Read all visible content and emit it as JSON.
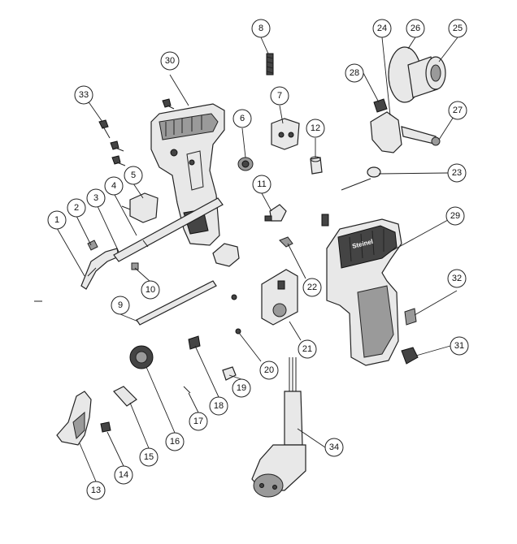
{
  "callouts": [
    {
      "id": "c1",
      "label": "1"
    },
    {
      "id": "c2",
      "label": "2"
    },
    {
      "id": "c3",
      "label": "3"
    },
    {
      "id": "c4",
      "label": "4"
    },
    {
      "id": "c5",
      "label": "5"
    },
    {
      "id": "c6",
      "label": "6"
    },
    {
      "id": "c7",
      "label": "7"
    },
    {
      "id": "c8",
      "label": "8"
    },
    {
      "id": "c9",
      "label": "9"
    },
    {
      "id": "c10",
      "label": "10"
    },
    {
      "id": "c11",
      "label": "11"
    },
    {
      "id": "c12",
      "label": "12"
    },
    {
      "id": "c13",
      "label": "13"
    },
    {
      "id": "c14",
      "label": "14"
    },
    {
      "id": "c15",
      "label": "15"
    },
    {
      "id": "c16",
      "label": "16"
    },
    {
      "id": "c17",
      "label": "17"
    },
    {
      "id": "c18",
      "label": "18"
    },
    {
      "id": "c19",
      "label": "19"
    },
    {
      "id": "c20",
      "label": "20"
    },
    {
      "id": "c21",
      "label": "21"
    },
    {
      "id": "c22",
      "label": "22"
    },
    {
      "id": "c23",
      "label": "23"
    },
    {
      "id": "c24",
      "label": "24"
    },
    {
      "id": "c25",
      "label": "25"
    },
    {
      "id": "c26",
      "label": "26"
    },
    {
      "id": "c27",
      "label": "27"
    },
    {
      "id": "c28",
      "label": "28"
    },
    {
      "id": "c29",
      "label": "29"
    },
    {
      "id": "c30",
      "label": "30"
    },
    {
      "id": "c31",
      "label": "31"
    },
    {
      "id": "c32",
      "label": "32"
    },
    {
      "id": "c33",
      "label": "33"
    },
    {
      "id": "c34",
      "label": "34"
    }
  ],
  "housing_brand": "Steinel"
}
